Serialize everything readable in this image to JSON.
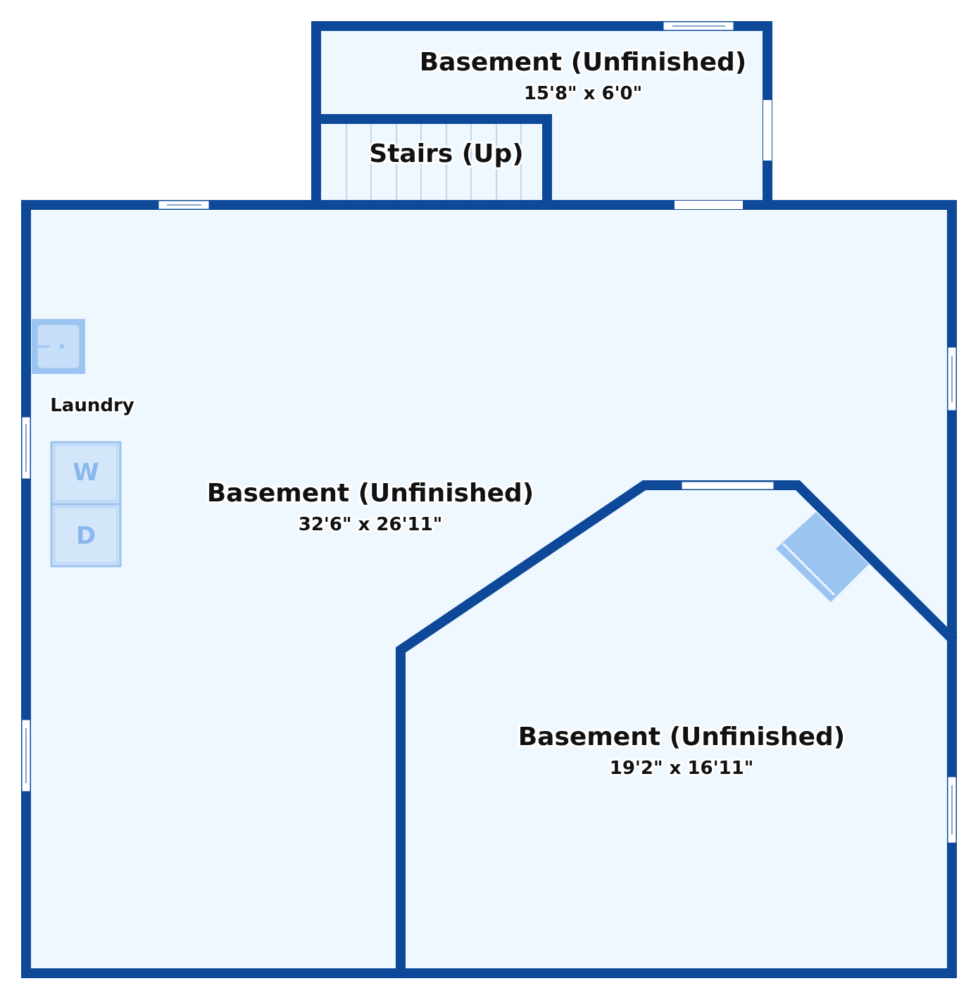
{
  "rooms": {
    "top_basement": {
      "name": "Basement (Unfinished)",
      "dims": "15'8\" x 6'0\""
    },
    "stairs": {
      "name": "Stairs (Up)"
    },
    "main_basement": {
      "name": "Basement (Unfinished)",
      "dims": "32'6\" x 26'11\""
    },
    "corner_basement": {
      "name": "Basement (Unfinished)",
      "dims": "19'2\" x 16'11\""
    },
    "laundry": {
      "name": "Laundry"
    }
  },
  "appliances": {
    "washer": "W",
    "dryer": "D"
  },
  "colors": {
    "wall": "#0d4899",
    "floor": "#eff7ff",
    "fixture_fill": "#c6def8",
    "fixture_stroke": "#9cc4f0",
    "fixture_dark": "#8ab8ee",
    "window": "#ffffff"
  },
  "icons": {
    "sink": "sink-icon",
    "water_heater": "water-heater-icon"
  }
}
